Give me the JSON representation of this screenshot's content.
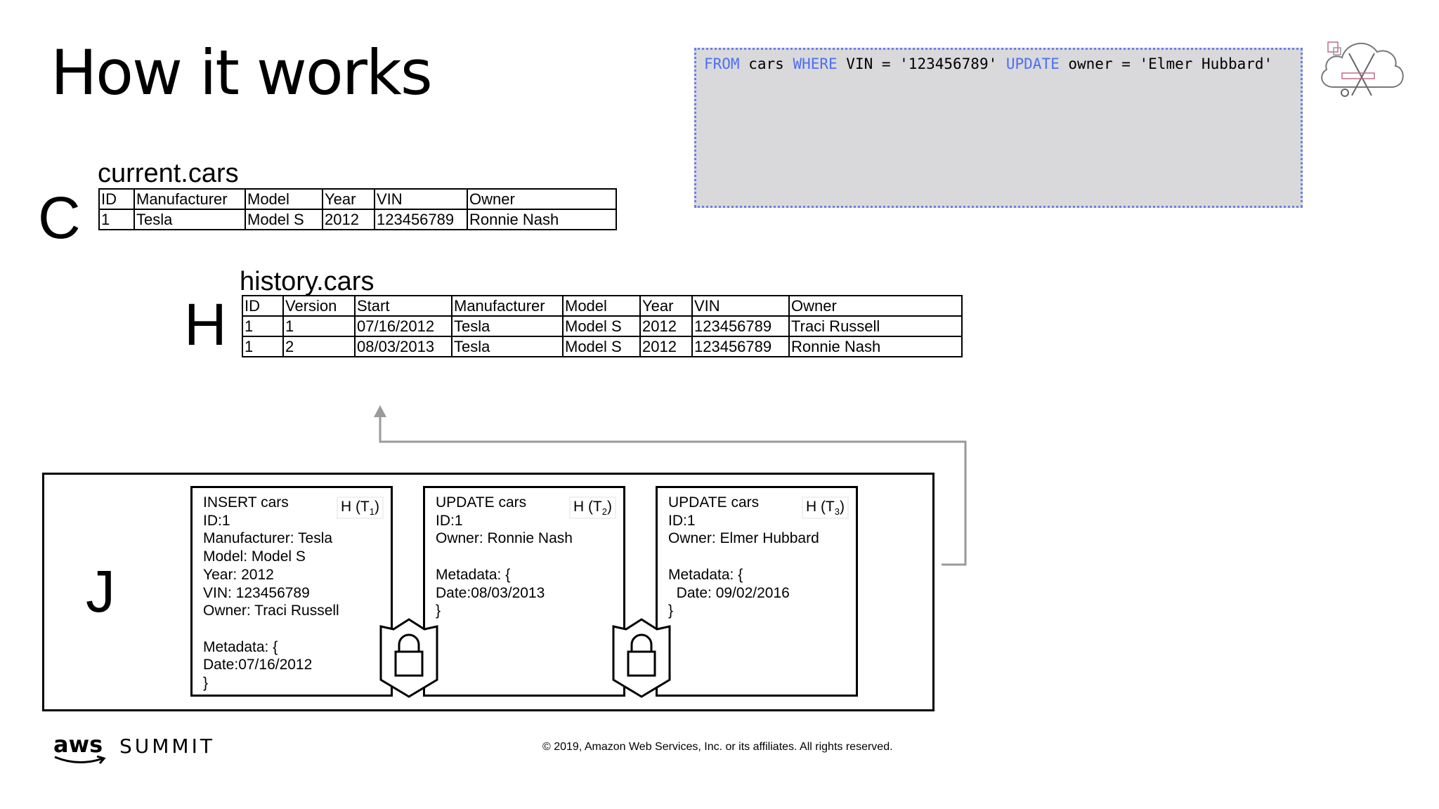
{
  "title": "How it works",
  "sql": {
    "from_kw": "FROM",
    "table": " cars ",
    "where_kw": "WHERE",
    "cond": " VIN = '123456789' ",
    "update_kw": "UPDATE",
    "set": " owner = 'Elmer Hubbard'"
  },
  "current": {
    "letter": "C",
    "name": "current.cars",
    "headers": [
      "ID",
      "Manufacturer",
      "Model",
      "Year",
      "VIN",
      "Owner"
    ],
    "rows": [
      [
        "1",
        "Tesla",
        "Model S",
        "2012",
        "123456789",
        "Ronnie Nash"
      ]
    ]
  },
  "history": {
    "letter": "H",
    "name": "history.cars",
    "headers": [
      "ID",
      "Version",
      "Start",
      "Manufacturer",
      "Model",
      "Year",
      "VIN",
      "Owner"
    ],
    "rows": [
      [
        "1",
        "1",
        "07/16/2012",
        "Tesla",
        "Model S",
        "2012",
        "123456789",
        "Traci Russell"
      ],
      [
        "1",
        "2",
        "08/03/2013",
        "Tesla",
        "Model S",
        "2012",
        "123456789",
        "Ronnie Nash"
      ]
    ]
  },
  "journal": {
    "letter": "J",
    "blocks": [
      {
        "text": "INSERT cars\nID:1\nManufacturer: Tesla\nModel: Model S\nYear: 2012\nVIN: 123456789\nOwner: Traci Russell\n\nMetadata: {\nDate:07/16/2012\n}",
        "hash": "H (T",
        "sub": "1",
        "close": ")"
      },
      {
        "text": "UPDATE cars\nID:1\nOwner: Ronnie Nash\n\nMetadata: {\nDate:08/03/2013\n}",
        "hash": "H (T",
        "sub": "2",
        "close": ")"
      },
      {
        "text": "UPDATE cars\nID:1\nOwner: Elmer Hubbard\n\nMetadata: {\n  Date: 09/02/2016\n}",
        "hash": "H (T",
        "sub": "3",
        "close": ")"
      }
    ]
  },
  "footer": {
    "aws": "aws",
    "summit": "SUMMIT",
    "copyright": "© 2019, Amazon Web Services, Inc. or its affiliates. All rights reserved."
  },
  "icons": [
    "cloud-tools-icon",
    "lock-shield-icon",
    "aws-smile-icon"
  ]
}
